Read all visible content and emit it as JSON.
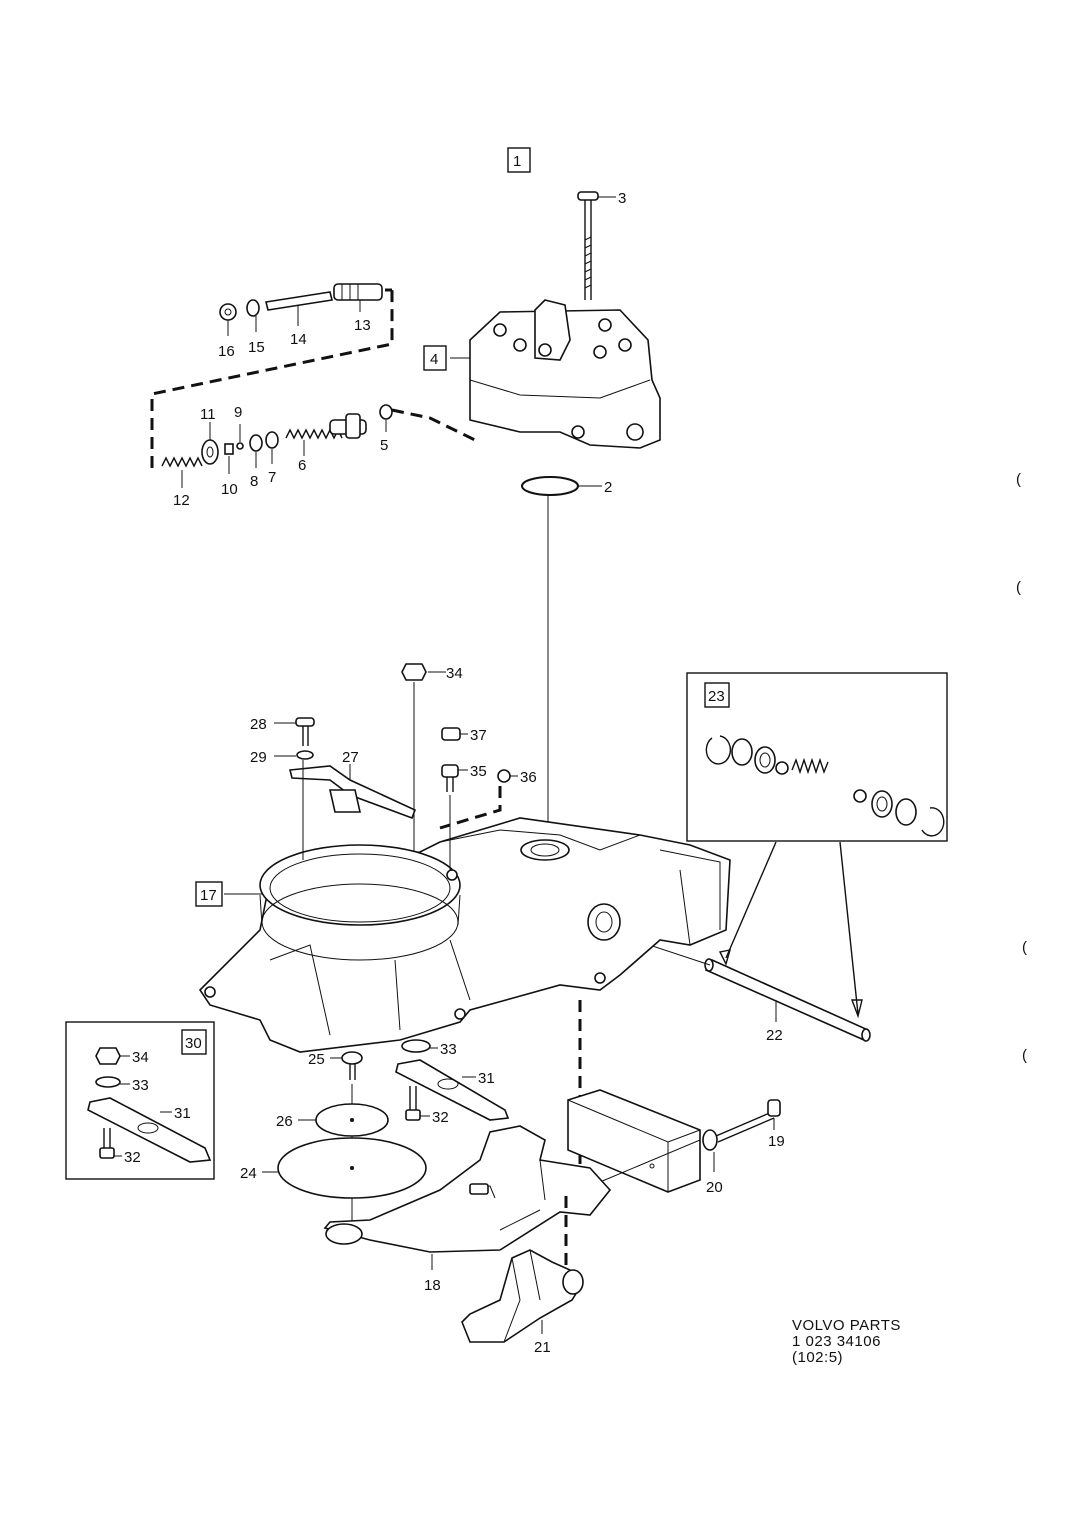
{
  "callouts": {
    "c1": "1",
    "c2": "2",
    "c3": "3",
    "c4": "4",
    "c5": "5",
    "c6": "6",
    "c7": "7",
    "c8": "8",
    "c9": "9",
    "c10": "10",
    "c11": "11",
    "c12": "12",
    "c13": "13",
    "c14": "14",
    "c15": "15",
    "c16": "16",
    "c17": "17",
    "c18": "18",
    "c19": "19",
    "c20": "20",
    "c21": "21",
    "c22": "22",
    "c23": "23",
    "c24": "24",
    "c25": "25",
    "c26": "26",
    "c27": "27",
    "c28": "28",
    "c29": "29",
    "c30": "30",
    "c31": "31",
    "c32": "32",
    "c33": "33",
    "c34": "34",
    "c35": "35",
    "c36": "36",
    "c37": "37"
  },
  "footer": {
    "brand": "VOLVO PARTS",
    "number": "1 023 34106",
    "ref": "(102:5)"
  }
}
